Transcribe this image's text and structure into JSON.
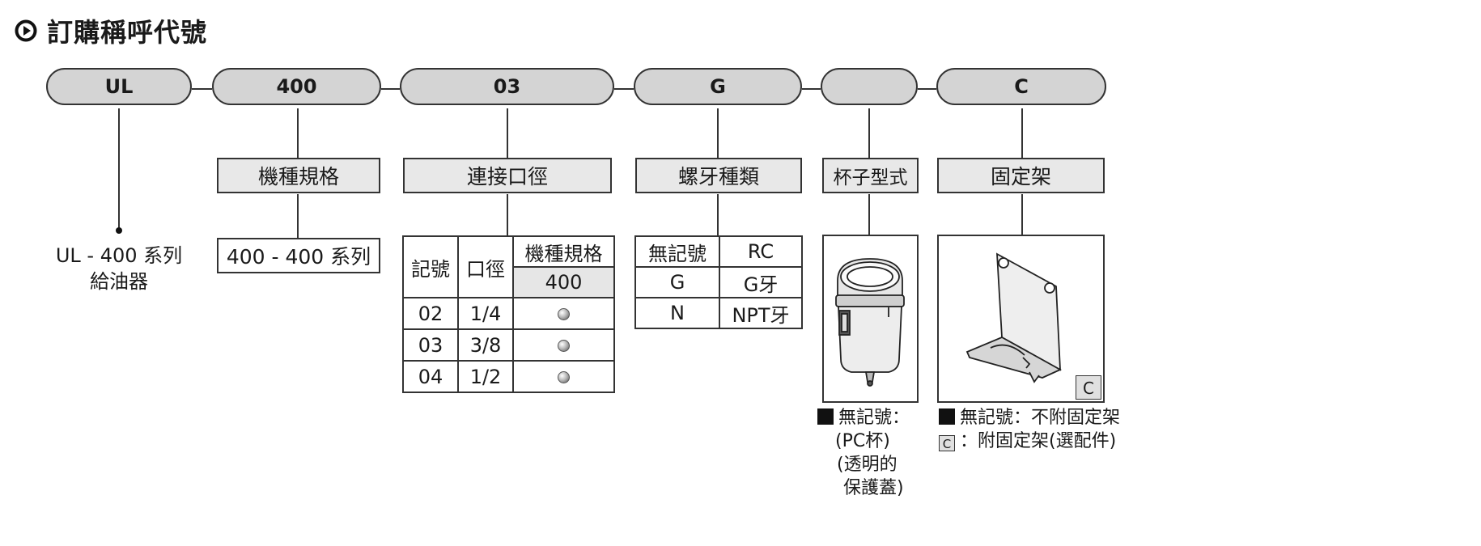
{
  "title": "訂購稱呼代號",
  "code_parts": [
    "UL",
    "400",
    "03",
    "G",
    "",
    "C"
  ],
  "product": {
    "line1": "UL - 400 系列",
    "line2": "給油器"
  },
  "series": {
    "header": "機種規格",
    "value": "400 - 400 系列"
  },
  "port": {
    "header": "連接口徑",
    "col_code": "記號",
    "col_size": "口徑",
    "col_spec": "機種規格",
    "col_spec_sub": "400",
    "rows": [
      {
        "code": "02",
        "size": "1/4"
      },
      {
        "code": "03",
        "size": "3/8"
      },
      {
        "code": "04",
        "size": "1/2"
      }
    ]
  },
  "thread": {
    "header": "螺牙種類",
    "rows": [
      {
        "code": "無記號",
        "type": "RC"
      },
      {
        "code": "G",
        "type": "G牙"
      },
      {
        "code": "N",
        "type": "NPT牙"
      }
    ]
  },
  "bowl": {
    "header": "杯子型式",
    "legend": [
      "無記號：",
      "(PC杯)",
      "(透明的",
      "保護蓋)"
    ]
  },
  "bracket": {
    "header": "固定架",
    "corner_label": "C",
    "legend1": "無記號：不附固定架",
    "legend2_code": "C",
    "legend2_text": "：附固定架(選配件)"
  }
}
